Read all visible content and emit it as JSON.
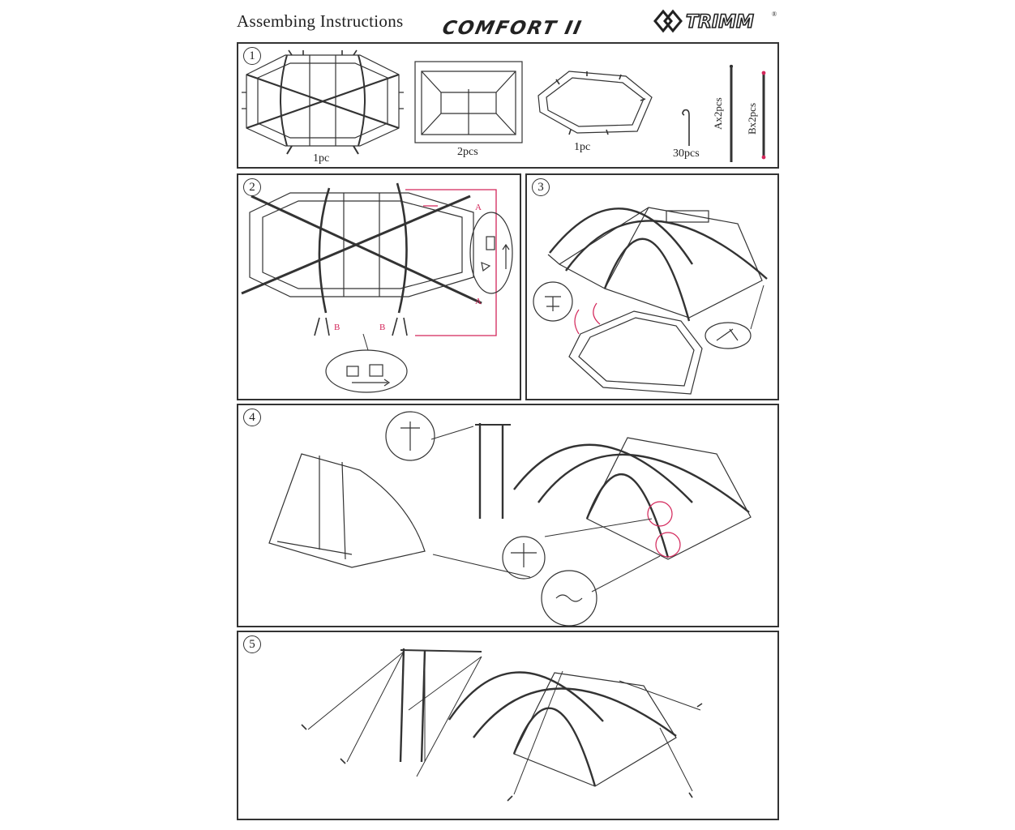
{
  "header": {
    "title": "Assembing  Instructions",
    "model": "COMFORT II",
    "brand": "TRIMM",
    "registered_mark": "®"
  },
  "steps": {
    "step1": {
      "number": "1",
      "parts": [
        {
          "name": "inner-tent",
          "qty": "1pc"
        },
        {
          "name": "vestibule",
          "qty": "2pcs"
        },
        {
          "name": "groundsheet",
          "qty": "1pc"
        },
        {
          "name": "peg",
          "qty": "30pcs"
        },
        {
          "name": "pole-a",
          "qty": "Ax2pcs"
        },
        {
          "name": "pole-b",
          "qty": "Bx2pcs"
        }
      ]
    },
    "step2": {
      "number": "2",
      "labels": {
        "a_top": "A",
        "a_bottom": "A",
        "b_left": "B",
        "b_right": "B"
      }
    },
    "step3": {
      "number": "3"
    },
    "step4": {
      "number": "4"
    },
    "step5": {
      "number": "5"
    }
  },
  "colors": {
    "line": "#333333",
    "accent": "#d3265a"
  }
}
